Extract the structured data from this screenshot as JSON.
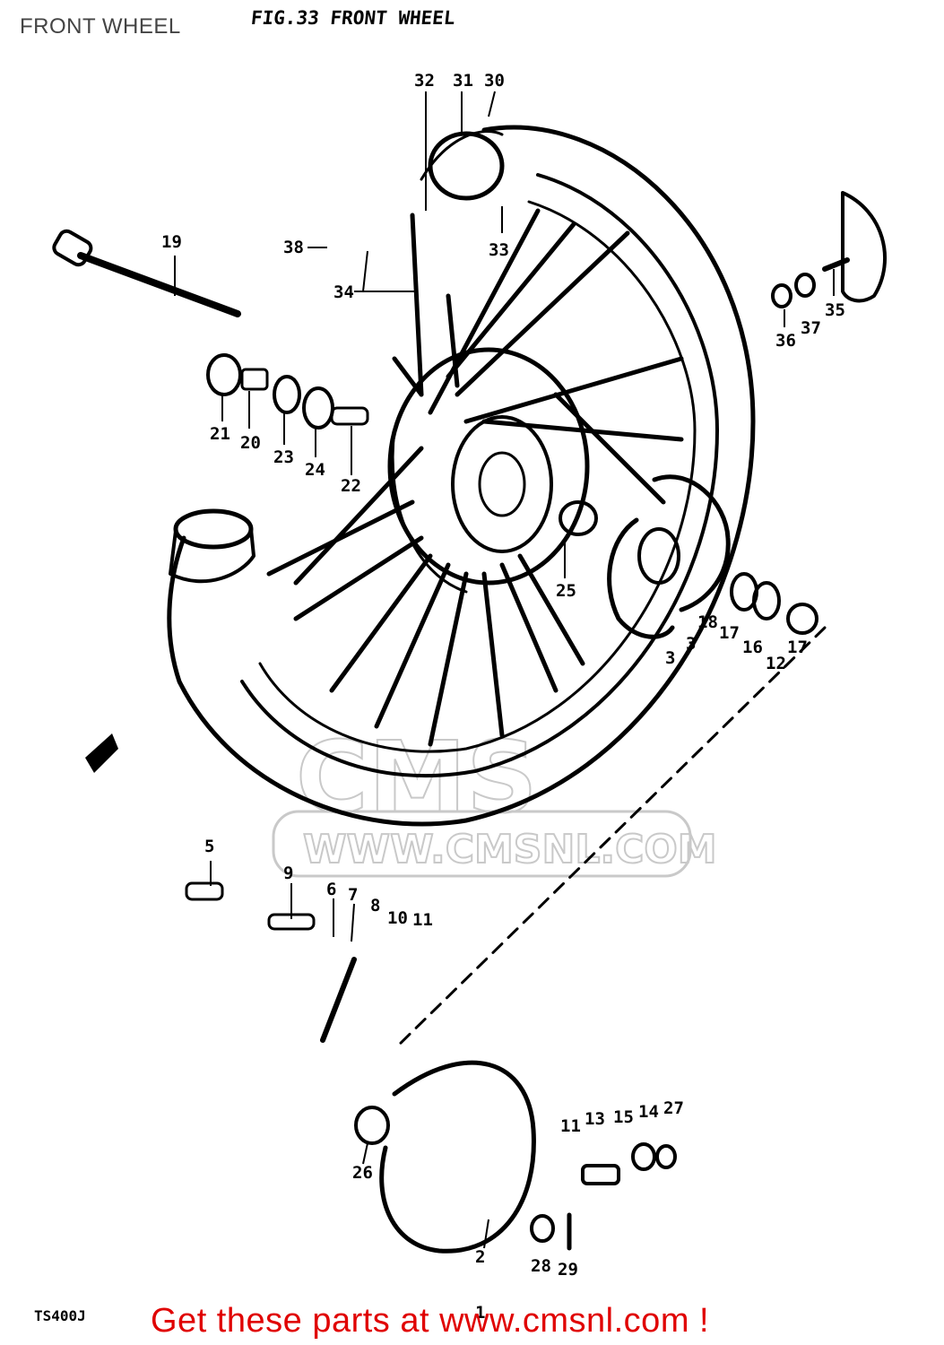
{
  "header": {
    "page_title": "FRONT WHEEL",
    "figure_title": "FIG.33  FRONT WHEEL"
  },
  "footer": {
    "model": "TS400J",
    "cta": "Get these parts at www.cmsnl.com !"
  },
  "watermark": {
    "logo": "CMS",
    "url": "WWW.CMSNL.COM"
  },
  "colors": {
    "cta": "#e00000",
    "ink": "#000000",
    "watermark": "#c9c9c9"
  },
  "callouts": {
    "c1": "1",
    "c2": "2",
    "c3a": "3",
    "c3b": "3",
    "c5": "5",
    "c6": "6",
    "c7": "7",
    "c8": "8",
    "c9": "9",
    "c10": "10",
    "c11a": "11",
    "c11b": "11",
    "c12": "12",
    "c13": "13",
    "c14": "14",
    "c15": "15",
    "c16": "16",
    "c17a": "17",
    "c17b": "17",
    "c18": "18",
    "c19": "19",
    "c20": "20",
    "c21": "21",
    "c22": "22",
    "c23": "23",
    "c24": "24",
    "c25": "25",
    "c26": "26",
    "c27": "27",
    "c28": "28",
    "c29": "29",
    "c30": "30",
    "c31": "31",
    "c32": "32",
    "c33": "33",
    "c34": "34",
    "c35": "35",
    "c36": "36",
    "c37": "37",
    "c38": "38"
  }
}
